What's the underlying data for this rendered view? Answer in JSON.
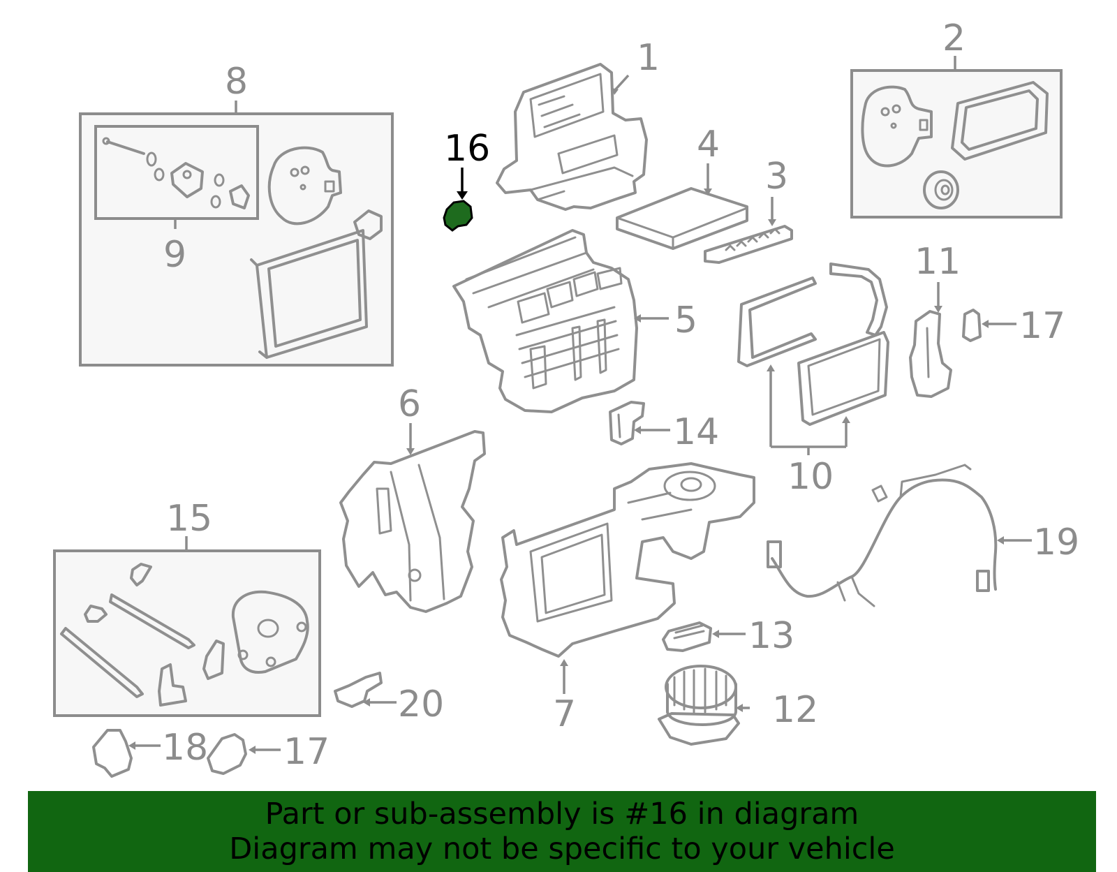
{
  "diagram": {
    "highlight_color": "#1e6b1e",
    "line_color": "#8c8c8c",
    "callouts": {
      "c1": "1",
      "c2": "2",
      "c3": "3",
      "c4": "4",
      "c5": "5",
      "c6": "6",
      "c7": "7",
      "c8": "8",
      "c9": "9",
      "c10": "10",
      "c11": "11",
      "c12": "12",
      "c13": "13",
      "c14": "14",
      "c15": "15",
      "c16": "16",
      "c17a": "17",
      "c17b": "17",
      "c18": "18",
      "c19": "19",
      "c20": "20"
    }
  },
  "banner": {
    "background": "#116611",
    "line1": "Part or sub-assembly is #16 in diagram",
    "line2": "Diagram may not be specific to your vehicle"
  }
}
